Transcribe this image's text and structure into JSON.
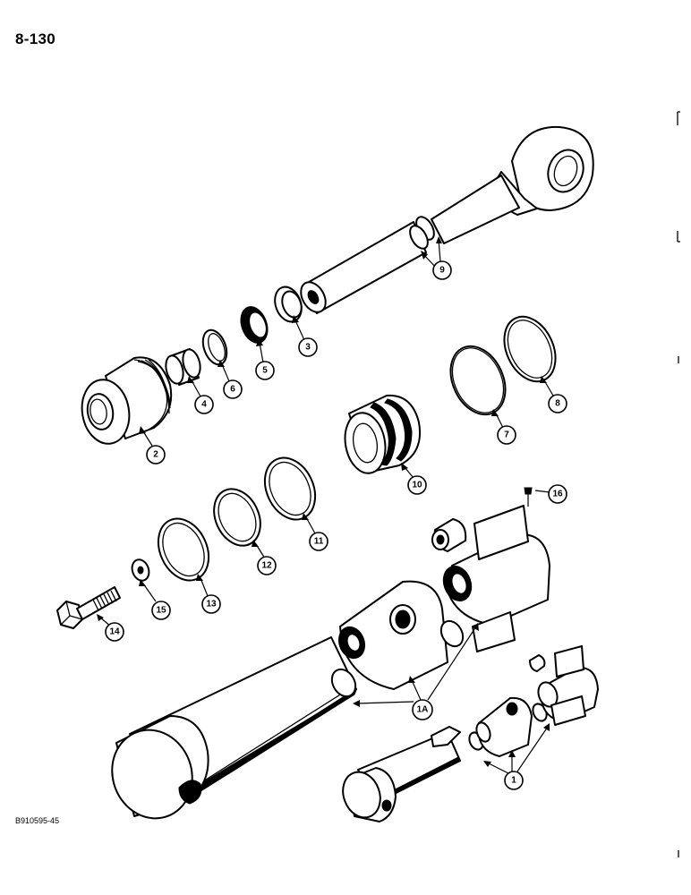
{
  "header": {
    "page_number": "8-130"
  },
  "footer": {
    "drawing_code": "B910595-45"
  },
  "callouts": [
    {
      "key": "9",
      "label": "9"
    },
    {
      "key": "3",
      "label": "3"
    },
    {
      "key": "5",
      "label": "5"
    },
    {
      "key": "6",
      "label": "6"
    },
    {
      "key": "4",
      "label": "4"
    },
    {
      "key": "2",
      "label": "2"
    },
    {
      "key": "8",
      "label": "8"
    },
    {
      "key": "7",
      "label": "7"
    },
    {
      "key": "10",
      "label": "10"
    },
    {
      "key": "16",
      "label": "16"
    },
    {
      "key": "11",
      "label": "11"
    },
    {
      "key": "12",
      "label": "12"
    },
    {
      "key": "13",
      "label": "13"
    },
    {
      "key": "15",
      "label": "15"
    },
    {
      "key": "14",
      "label": "14"
    },
    {
      "key": "1A",
      "label": "1A"
    },
    {
      "key": "1",
      "label": "1"
    }
  ]
}
